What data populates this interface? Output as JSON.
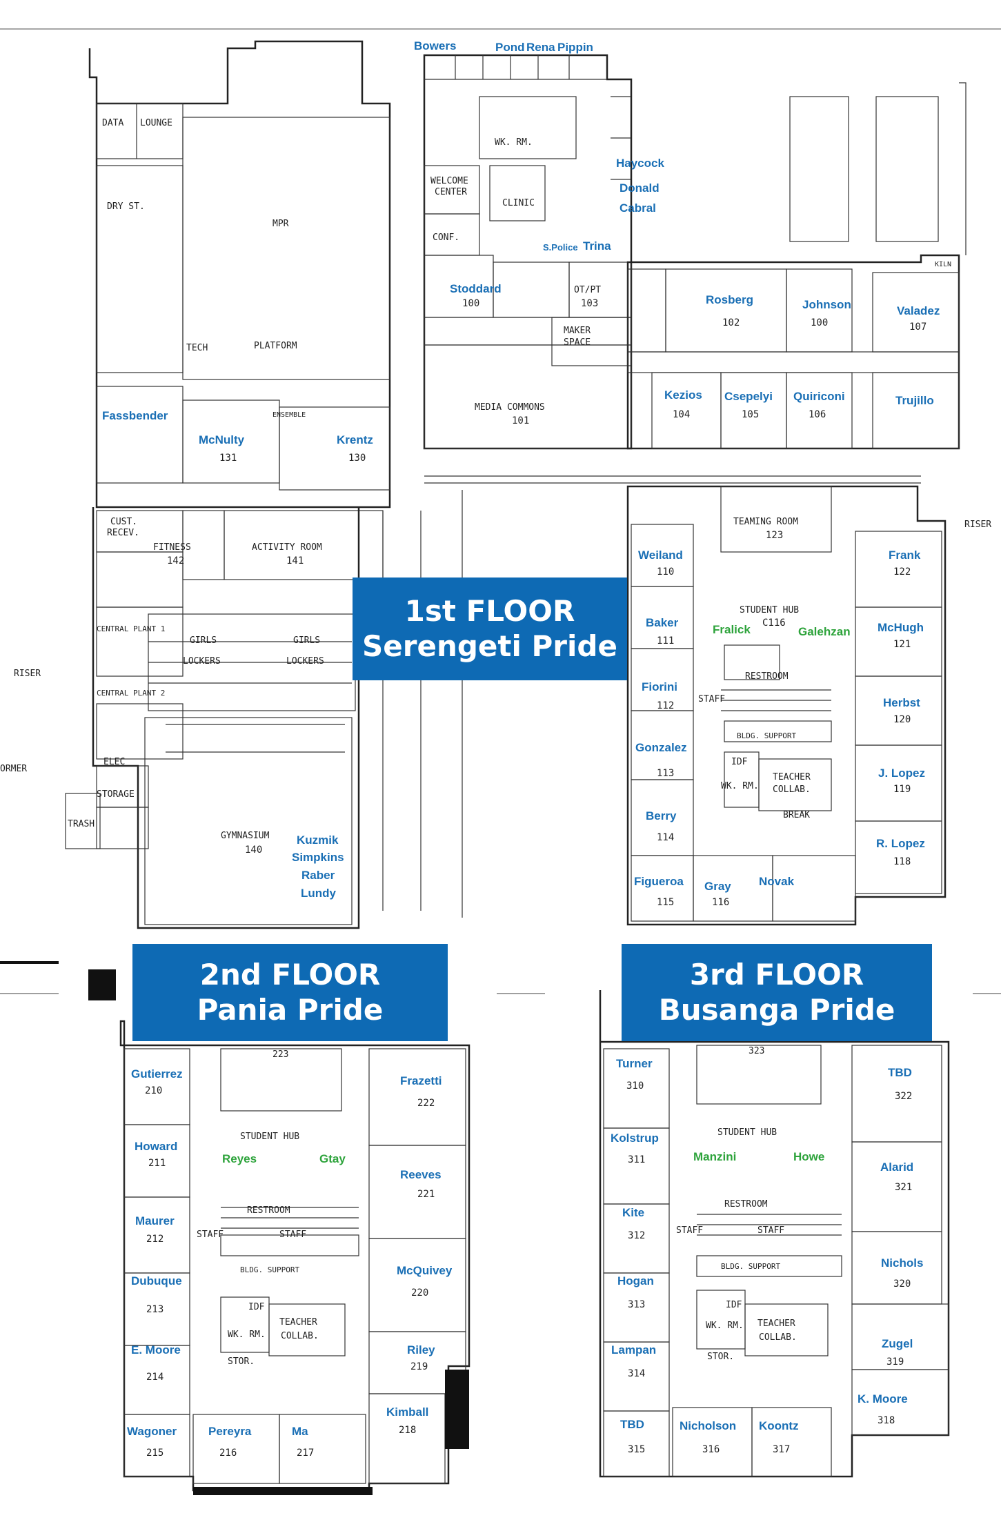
{
  "floors": {
    "first": {
      "line1": "1st FLOOR",
      "line2": "Serengeti Pride"
    },
    "second": {
      "line1": "2nd FLOOR",
      "line2": "Pania Pride"
    },
    "third": {
      "line1": "3rd FLOOR",
      "line2": "Busanga Pride"
    }
  },
  "colors": {
    "banner": "#0e6ab4",
    "name": "#1a6fb5",
    "group": "#2da33b",
    "wall": "#222222"
  },
  "f1": {
    "bowers": "Bowers",
    "pond": "Pond",
    "rena": "Rena",
    "pippin": "Pippin",
    "haycock": "Haycock",
    "donald": "Donald",
    "cabral": "Cabral",
    "spolice": "S.Police",
    "trina": "Trina",
    "stoddard": "Stoddard",
    "r100": "100",
    "otpt": "OT/PT",
    "r103": "103",
    "rosberg": "Rosberg",
    "r102": "102",
    "johnson": "Johnson",
    "r100b": "100",
    "valadez": "Valadez",
    "r107": "107",
    "kezios": "Kezios",
    "r104": "104",
    "csepelyi": "Csepelyi",
    "r105": "105",
    "quiriconi": "Quiriconi",
    "r106": "106",
    "trujillo": "Trujillo",
    "fassbender": "Fassbender",
    "mcnulty": "McNulty",
    "r131": "131",
    "krentz": "Krentz",
    "r130": "130",
    "teaming": "TEAMING ROOM",
    "r123": "123",
    "weiland": "Weiland",
    "r110": "110",
    "baker": "Baker",
    "r111": "111",
    "fiorini": "Fiorini",
    "r112": "112",
    "gonzalez": "Gonzalez",
    "r113": "113",
    "berry": "Berry",
    "r114": "114",
    "figueroa": "Figueroa",
    "r115": "115",
    "gray": "Gray",
    "r116": "116",
    "novak": "Novak",
    "frank": "Frank",
    "r122": "122",
    "mchugh": "McHugh",
    "r121": "121",
    "herbst": "Herbst",
    "r120": "120",
    "jlopez": "J. Lopez",
    "r119": "119",
    "rlopez": "R. Lopez",
    "r118": "118",
    "hub": "STUDENT HUB",
    "c116": "C116",
    "fralick": "Fralick",
    "galehzan": "Galehzan",
    "kuzmik": "Kuzmik",
    "simpkins": "Simpkins",
    "raber": "Raber",
    "lundy": "Lundy",
    "gym": "GYMNASIUM",
    "r140": "140",
    "mpr": "MPR",
    "platform": "PLATFORM",
    "activity": "ACTIVITY ROOM",
    "r141": "141",
    "fitness": "FITNESS",
    "r142": "142",
    "girls1": "GIRLS",
    "girls2": "GIRLS",
    "lockers1": "LOCKERS",
    "lockers2": "LOCKERS",
    "welcome1": "WELCOME",
    "welcome2": "CENTER",
    "clinic": "CLINIC",
    "media": "MEDIA COMMONS",
    "r101": "101",
    "maker1": "MAKER",
    "maker2": "SPACE",
    "riser1": "RISER",
    "riser2": "RISER",
    "former": "ORMER",
    "trash": "TRASH",
    "storage": "STORAGE",
    "elec": "ELEC",
    "cp1": "CENTRAL PLANT 1",
    "cp2": "CENTRAL PLANT 2",
    "cust": "CUST.",
    "recev": "RECEV.",
    "data": "DATA",
    "lounge": "LOUNGE",
    "wkrm": "WK. RM.",
    "conf": "CONF.",
    "kiln": "KILN",
    "tech": "TECH",
    "ensemble": "ENSEMBLE",
    "dryst": "DRY ST.",
    "break": "BREAK",
    "idf": "IDF",
    "bldg": "BLDG. SUPPORT",
    "teacher": "TEACHER",
    "collab": "COLLAB.",
    "restroom": "RESTROOM",
    "staff": "STAFF"
  },
  "f2": {
    "r223": "223",
    "gutierrez": "Gutierrez",
    "r210": "210",
    "howard": "Howard",
    "r211": "211",
    "maurer": "Maurer",
    "r212": "212",
    "dubuque": "Dubuque",
    "r213": "213",
    "emoore": "E. Moore",
    "r214": "214",
    "wagoner": "Wagoner",
    "r215": "215",
    "pereyra": "Pereyra",
    "r216": "216",
    "ma": "Ma",
    "r217": "217",
    "kimball": "Kimball",
    "r218": "218",
    "riley": "Riley",
    "r219": "219",
    "mcquivey": "McQuivey",
    "r220": "220",
    "reeves": "Reeves",
    "r221": "221",
    "frazetti": "Frazetti",
    "r222": "222",
    "hub": "STUDENT HUB",
    "reyes": "Reyes",
    "gtay": "Gtay",
    "restroom": "RESTROOM",
    "staff1": "STAFF",
    "staff2": "STAFF",
    "bldg": "BLDG. SUPPORT",
    "idf": "IDF",
    "teacher": "TEACHER",
    "collab": "COLLAB.",
    "wkrm": "WK. RM.",
    "stor": "STOR."
  },
  "f3": {
    "r323": "323",
    "turner": "Turner",
    "r310": "310",
    "kolstrup": "Kolstrup",
    "r311": "311",
    "kite": "Kite",
    "r312": "312",
    "hogan": "Hogan",
    "r313": "313",
    "lampan": "Lampan",
    "r314": "314",
    "tbd1": "TBD",
    "r315": "315",
    "nicholson": "Nicholson",
    "r316": "316",
    "koontz": "Koontz",
    "r317": "317",
    "kmoore": "K. Moore",
    "r318": "318",
    "zugel": "Zugel",
    "r319": "319",
    "nichols": "Nichols",
    "r320": "320",
    "alarid": "Alarid",
    "r321": "321",
    "tbd2": "TBD",
    "r322": "322",
    "hub": "STUDENT HUB",
    "manzini": "Manzini",
    "howe": "Howe",
    "restroom": "RESTROOM",
    "staff1": "STAFF",
    "staff2": "STAFF",
    "bldg": "BLDG. SUPPORT",
    "idf": "IDF",
    "teacher": "TEACHER",
    "collab": "COLLAB.",
    "wkrm": "WK. RM.",
    "stor": "STOR."
  }
}
